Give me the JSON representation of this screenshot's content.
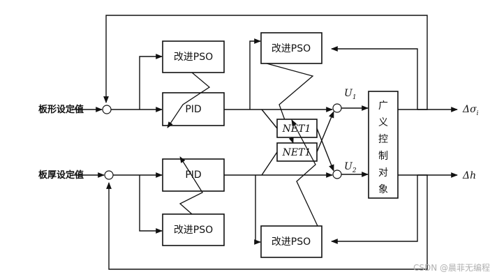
{
  "inputs": {
    "shape_setpoint": "板形设定值",
    "thickness_setpoint": "板厚设定值"
  },
  "blocks": {
    "pso_top_left": "改进PSO",
    "pid_top": "PID",
    "pso_top_right": "改进PSO",
    "net_upper": "NET1",
    "net_lower": "NET1",
    "pid_bottom": "PID",
    "pso_bottom_left": "改进PSO",
    "pso_bottom_right": "改进PSO",
    "plant_chars": [
      "广",
      "义",
      "控",
      "制",
      "对",
      "象"
    ]
  },
  "signals": {
    "u1": "U",
    "u1_sub": "1",
    "u2": "U",
    "u2_sub": "2",
    "out_sigma": "Δσ",
    "out_sigma_sub": "i",
    "out_h": "Δh"
  },
  "watermark": "CSDN @晨菲无编程"
}
